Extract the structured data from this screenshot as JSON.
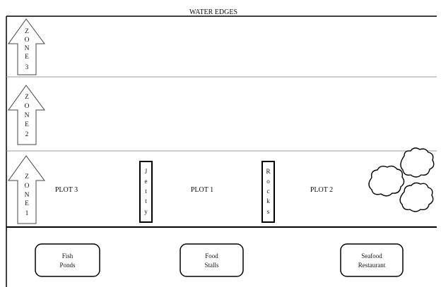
{
  "header": {
    "title": "WATER EDGES"
  },
  "zones": [
    {
      "letters": [
        "Z",
        "O",
        "N",
        "E",
        "3"
      ]
    },
    {
      "letters": [
        "Z",
        "O",
        "N",
        "E",
        "2"
      ]
    },
    {
      "letters": [
        "Z",
        "O",
        "N",
        "E",
        "1"
      ]
    }
  ],
  "plots": {
    "plot3": "PLOT 3",
    "plot1": "PLOT 1",
    "plot2": "PLOT 2"
  },
  "dividers": {
    "jetty": [
      "J",
      "e",
      "t",
      "t",
      "y"
    ],
    "rocks": [
      "R",
      "o",
      "c",
      "k",
      "s"
    ]
  },
  "facilities": {
    "fish_ponds": [
      "Fish",
      "Ponds"
    ],
    "food_stalls": [
      "Food",
      "Stalls"
    ],
    "seafood_restaurant": [
      "Seafood",
      "Restaurant"
    ]
  }
}
